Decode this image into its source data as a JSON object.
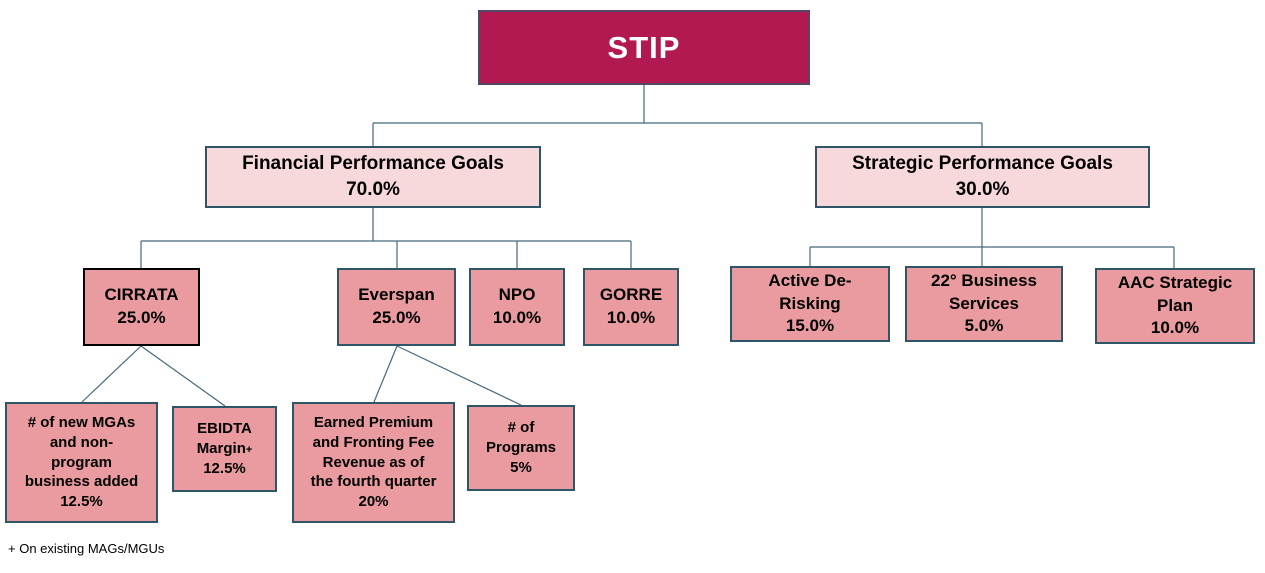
{
  "colors": {
    "root_fill": "#B11950",
    "root_border": "#544669",
    "root_text": "#FFFFFF",
    "group_fill": "#F7D8DB",
    "node_fill": "#EA9B9F",
    "node_border": "#2F5668",
    "cirrata_border": "#000000",
    "line": "#45697C"
  },
  "nodes": {
    "stip": {
      "label": "STIP"
    },
    "financial": {
      "label": "Financial Performance Goals",
      "weight": "70.0%"
    },
    "strategic": {
      "label": "Strategic Performance Goals",
      "weight": "30.0%"
    },
    "cirrata": {
      "label": "CIRRATA",
      "weight": "25.0%"
    },
    "everspan": {
      "label": "Everspan",
      "weight": "25.0%"
    },
    "npo": {
      "label": "NPO",
      "weight": "10.0%"
    },
    "gorre": {
      "label": "GORRE",
      "weight": "10.0%"
    },
    "active_derisking": {
      "label": "Active De-\nRisking",
      "weight": "15.0%"
    },
    "business_services": {
      "label": "22° Business\nServices",
      "weight": "5.0%"
    },
    "aac_plan": {
      "label": "AAC Strategic\nPlan",
      "weight": "10.0%"
    },
    "new_mgas": {
      "label": "# of new MGAs\nand non-\nprogram\nbusiness added",
      "weight": "12.5%"
    },
    "ebidta": {
      "label": "EBIDTA\nMargin",
      "marker": "+",
      "weight": "12.5%"
    },
    "earned_premium": {
      "label": "Earned Premium\nand Fronting Fee\nRevenue as of\nthe fourth quarter",
      "weight": "20%"
    },
    "programs": {
      "label": "# of\nPrograms",
      "weight": "5%"
    }
  },
  "footnote": "+ On existing MAGs/MGUs"
}
